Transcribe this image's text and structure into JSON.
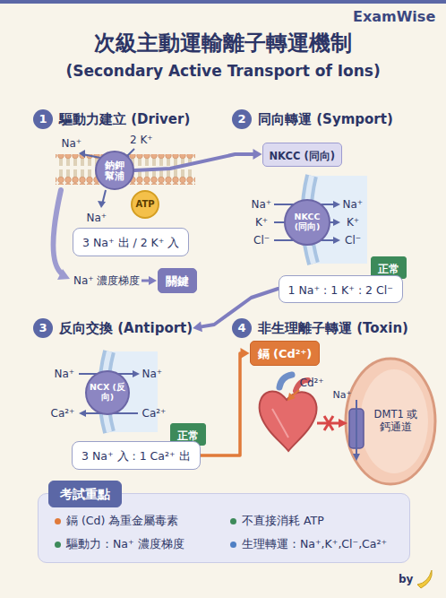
{
  "diagram": {
    "title": "次級主動運輸離子轉運機制",
    "nodes": [
      {
        "text": [
          "1",
          "驅動力建立 (Driver)"
        ]
      },
      {
        "text": [
          "鈉鉀 幫浦"
        ]
      },
      {
        "text": [
          "ATP"
        ]
      },
      {
        "text": [
          "3 Na⁺ 出 / 2 K⁺ 入"
        ]
      },
      {
        "text": [
          "關鍵"
        ]
      },
      {
        "text": [
          "2",
          "同向轉運 (Symport)"
        ]
      },
      {
        "text": [
          "NKCC (同向)"
        ]
      },
      {
        "text": [
          "NKCC (同向)"
        ]
      },
      {
        "text": [
          "正常"
        ]
      },
      {
        "text": [
          "1 Na⁺ : 1 K⁺ : 2 Cl⁻"
        ]
      },
      {
        "text": [
          "3",
          "反向交換 (Antiport)"
        ]
      },
      {
        "text": [
          "NCX (反向)"
        ]
      },
      {
        "text": [
          "正常"
        ]
      },
      {
        "text": [
          "3 Na⁺ 入 : 1 Ca²⁺ 出"
        ]
      },
      {
        "text": [
          "4",
          "非生理離子轉運 (Toxin)"
        ]
      },
      {
        "text": [
          "鎘 (Cd²⁺)"
        ]
      },
      {
        "text": [
          "鎘 (Cd) 為重金屬毒素",
          "不直接消耗 ATP",
          "驅動力：Na⁺ 濃度梯度",
          "生理轉運：Na⁺,K⁺,Cl⁻,Ca²⁺"
        ]
      },
      {
        "text": [
          "考試重點"
        ],
        "in": 16
      }
    ],
    "edges": [
      {
        "from": 1,
        "to": 6,
        "arrow": "to"
      },
      {
        "from": 9,
        "to": 10,
        "arrow": "to"
      },
      {
        "from": 13,
        "to": 15,
        "arrow": "to"
      }
    ],
    "labels": [
      "ExamWise",
      "(Secondary Active Transport of Ions)",
      "Na⁺",
      "2 K⁺",
      "Na⁺",
      "Na⁺ 濃度梯度",
      "Na⁺",
      "K⁺",
      "Cl⁻",
      "Na⁺",
      "K⁺",
      "Cl⁻",
      "Na⁺",
      "Ca²⁺",
      "Na⁺",
      "Ca²⁺",
      "Cd²⁺",
      "Na⁺",
      "DMT1 或 鈣通道",
      "by"
    ]
  }
}
